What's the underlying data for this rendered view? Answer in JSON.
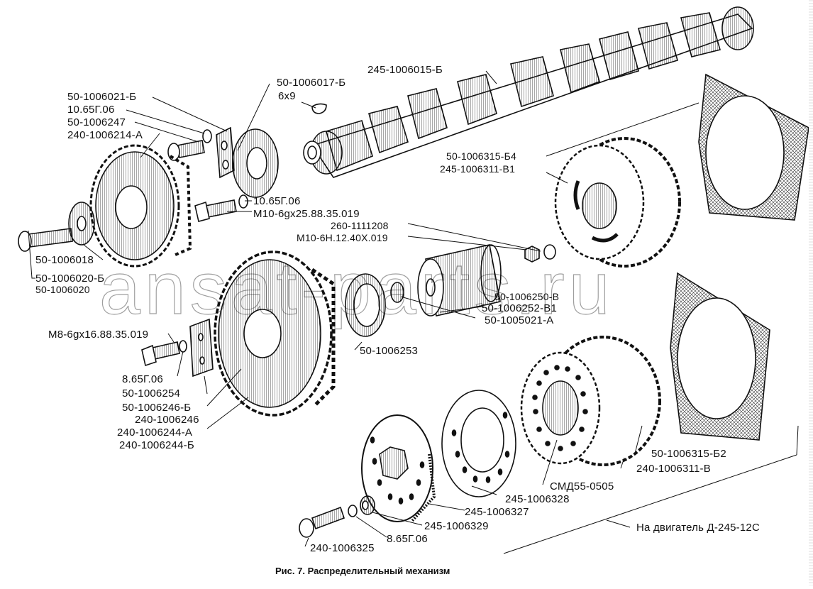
{
  "caption": "Рис. 7. Распределительный механизм",
  "watermark": "ansat-parts.ru",
  "colors": {
    "ink": "#111111",
    "background": "#ffffff"
  },
  "labels": {
    "camshaft": "245-1006015-Б",
    "key_part": "50-1006017-Б",
    "key_size": "6х9",
    "plate": "50-1006021-Б",
    "washer_10_top": "10.65Г.06",
    "bolt_50_1006247": "50-1006247",
    "gear_pump": "240-1006214-А",
    "washer_10_mid": "10.65Г.06",
    "bolt_m10": "М10-6gх25.88.35.019",
    "washer_260": "260-1111208",
    "nut_m10": "М10-6Н.12.40Х.019",
    "washer_50_1006018": "50-1006018",
    "bolt_50_1006020_b": "50-1006020-Б",
    "bolt_50_1006020": "50-1006020",
    "gasket_b4": "50-1006315-Б4",
    "gear_245_v1": "245-1006311-В1",
    "axle_v": "50-1006250-В",
    "bushing_v1": "50-1006252-В1",
    "pin_a": "50-1005021-А",
    "bolt_m8": "М8-6gх16.88.35.019",
    "washer_8_left": "8.65Г.06",
    "plate_50_1006254": "50-1006254",
    "gear_50_1006246_b": "50-1006246-Б",
    "gear_240_1006246": "240-1006246",
    "gear_244_a": "240-1006244-А",
    "gear_244_b": "240-1006244-Б",
    "washer_50_1006253": "50-1006253",
    "flange_327": "245-1006327",
    "plate_328": "245-1006328",
    "washer_329": "245-1006329",
    "washer_8_bottom": "8.65Г.06",
    "bolt_325": "240-1006325",
    "bolt_smd": "СМД55-0505",
    "gear_240_1006311_v": "240-1006311-В",
    "gasket_b2": "50-1006315-Б2",
    "engine_note": "На двигатель Д-245-12С"
  }
}
